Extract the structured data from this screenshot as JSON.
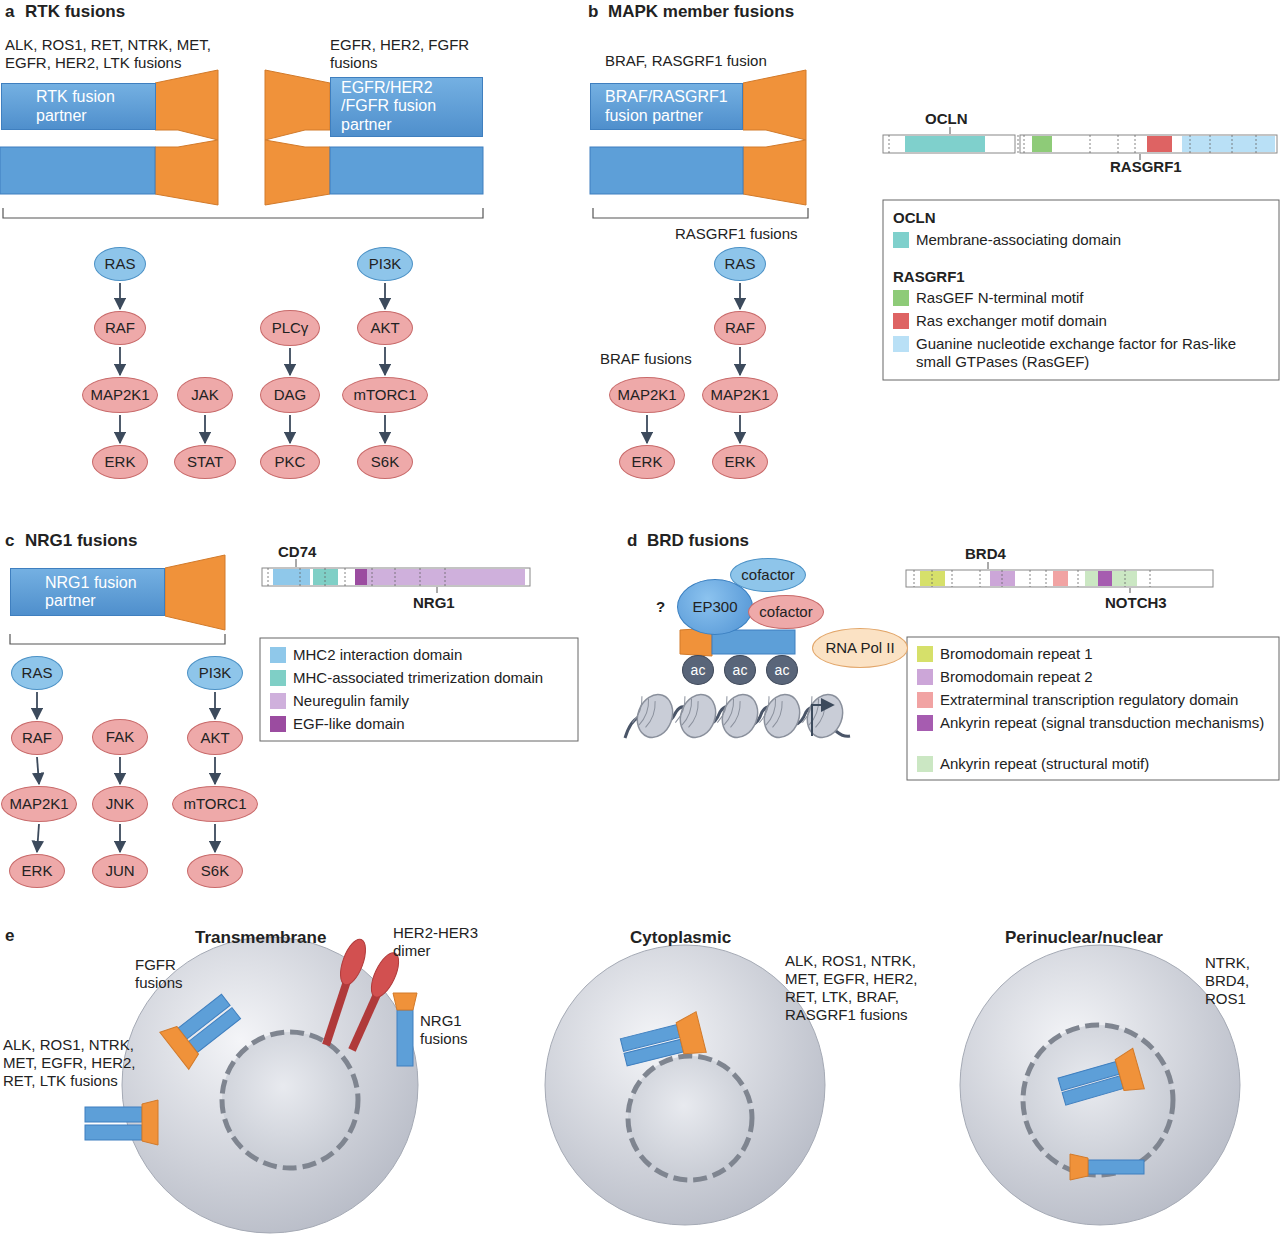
{
  "diagram": {
    "nodes": [
      {
        "text": [
          "RTK fusion partner"
        ]
      },
      {
        "text": [
          "EGFR/HER2 /FGFR fusion partner"
        ]
      },
      {
        "text": [
          "RAS"
        ]
      },
      {
        "text": [
          "RAF"
        ]
      },
      {
        "text": [
          "MAP2K1"
        ]
      },
      {
        "text": [
          "ERK"
        ]
      },
      {
        "text": [
          "JAK"
        ]
      },
      {
        "text": [
          "STAT"
        ]
      },
      {
        "text": [
          "PLCγ"
        ]
      },
      {
        "text": [
          "DAG"
        ]
      },
      {
        "text": [
          "PKC"
        ]
      },
      {
        "text": [
          "PI3K"
        ]
      },
      {
        "text": [
          "AKT"
        ]
      },
      {
        "text": [
          "mTORC1"
        ]
      },
      {
        "text": [
          "S6K"
        ]
      },
      {
        "text": [
          "BRAF/RASGRF1 fusion partner"
        ]
      },
      {
        "text": [
          "RAS"
        ]
      },
      {
        "text": [
          "RAF"
        ]
      },
      {
        "text": [
          "MAP2K1"
        ]
      },
      {
        "text": [
          "MAP2K1"
        ]
      },
      {
        "text": [
          "ERK"
        ]
      },
      {
        "text": [
          "ERK"
        ]
      },
      {
        "text": [
          "NRG1 fusion partner"
        ]
      },
      {
        "text": [
          "RAS"
        ]
      },
      {
        "text": [
          "RAF"
        ]
      },
      {
        "text": [
          "MAP2K1"
        ]
      },
      {
        "text": [
          "ERK"
        ]
      },
      {
        "text": [
          "FAK"
        ]
      },
      {
        "text": [
          "JNK"
        ]
      },
      {
        "text": [
          "JUN"
        ]
      },
      {
        "text": [
          "PI3K"
        ]
      },
      {
        "text": [
          "AKT"
        ]
      },
      {
        "text": [
          "mTORC1"
        ]
      },
      {
        "text": [
          "S6K"
        ]
      },
      {
        "text": [
          "cofactor"
        ]
      },
      {
        "text": [
          "EP300"
        ]
      },
      {
        "text": [
          "cofactor"
        ]
      },
      {
        "text": [
          "RNA Pol II"
        ]
      },
      {
        "text": [
          "ac"
        ]
      },
      {
        "text": [
          "ac"
        ]
      },
      {
        "text": [
          "ac"
        ]
      }
    ],
    "edges": [
      {
        "from": 2,
        "to": 3,
        "arrow": "to"
      },
      {
        "from": 3,
        "to": 4,
        "arrow": "to"
      },
      {
        "from": 4,
        "to": 5,
        "arrow": "to"
      },
      {
        "from": 6,
        "to": 7,
        "arrow": "to"
      },
      {
        "from": 8,
        "to": 9,
        "arrow": "to"
      },
      {
        "from": 9,
        "to": 10,
        "arrow": "to"
      },
      {
        "from": 11,
        "to": 12,
        "arrow": "to"
      },
      {
        "from": 12,
        "to": 13,
        "arrow": "to"
      },
      {
        "from": 13,
        "to": 14,
        "arrow": "to"
      },
      {
        "from": 16,
        "to": 17,
        "arrow": "to"
      },
      {
        "from": 17,
        "to": 19,
        "arrow": "to"
      },
      {
        "from": 19,
        "to": 21,
        "arrow": "to"
      },
      {
        "from": 18,
        "to": 20,
        "arrow": "to"
      },
      {
        "from": 23,
        "to": 24,
        "arrow": "to"
      },
      {
        "from": 24,
        "to": 25,
        "arrow": "to"
      },
      {
        "from": 25,
        "to": 26,
        "arrow": "to"
      },
      {
        "from": 27,
        "to": 28,
        "arrow": "to"
      },
      {
        "from": 28,
        "to": 29,
        "arrow": "to"
      },
      {
        "from": 30,
        "to": 31,
        "arrow": "to"
      },
      {
        "from": 31,
        "to": 32,
        "arrow": "to"
      },
      {
        "from": 32,
        "to": 33,
        "arrow": "to"
      }
    ],
    "labels": [
      "a",
      "RTK fusions",
      "ALK, ROS1, RET, NTRK, MET, EGFR, HER2, LTK fusions",
      "EGFR, HER2, FGFR fusions",
      "b",
      "MAPK member fusions",
      "BRAF, RASGRF1 fusion",
      "RASGRF1 fusions",
      "BRAF fusions",
      "OCLN",
      "RASGRF1",
      "OCLN",
      "RASGRF1",
      "c",
      "NRG1 fusions",
      "CD74",
      "NRG1",
      "d",
      "BRD fusions",
      "?",
      "BRD4",
      "NOTCH3",
      "e",
      "Transmembrane",
      "Cytoplasmic",
      "Perinuclear/nuclear",
      "FGFR fusions",
      "HER2-HER3 dimer",
      "NRG1 fusions",
      "ALK, ROS1, NTRK, MET, EGFR, HER2, RET, LTK fusions",
      "ALK, ROS1, NTRK, MET, EGFR, HER2, RET, LTK, BRAF, RASGRF1 fusions",
      "NTRK, BRD4, ROS1"
    ],
    "legend": [
      {
        "text": "Membrane-associating domain",
        "color": "#7fd0cc"
      },
      {
        "text": "RasGEF N-terminal motif",
        "color": "#8ecb78"
      },
      {
        "text": "Ras exchanger motif domain",
        "color": "#de6363"
      },
      {
        "text": "Guanine nucleotide exchange factor for Ras-like small GTPases (RasGEF)",
        "color": "#b9e0f6"
      },
      {
        "text": "MHC2 interaction domain",
        "color": "#8fc8ea"
      },
      {
        "text": "MHC-associated trimerization domain",
        "color": "#7fcfc6"
      },
      {
        "text": "Neuregulin family",
        "color": "#cfb0dc"
      },
      {
        "text": "EGF-like domain",
        "color": "#9b4ca0"
      },
      {
        "text": "Bromodomain repeat 1",
        "color": "#d6e06a"
      },
      {
        "text": "Bromodomain repeat 2",
        "color": "#cca6d8"
      },
      {
        "text": "Extraterminal transcription regulatory domain",
        "color": "#f1a3a3"
      },
      {
        "text": "Ankyrin repeat (signal transduction mechanisms)",
        "color": "#a65cb0"
      },
      {
        "text": "Ankyrin repeat (structural motif)",
        "color": "#cbe7c3"
      }
    ]
  }
}
